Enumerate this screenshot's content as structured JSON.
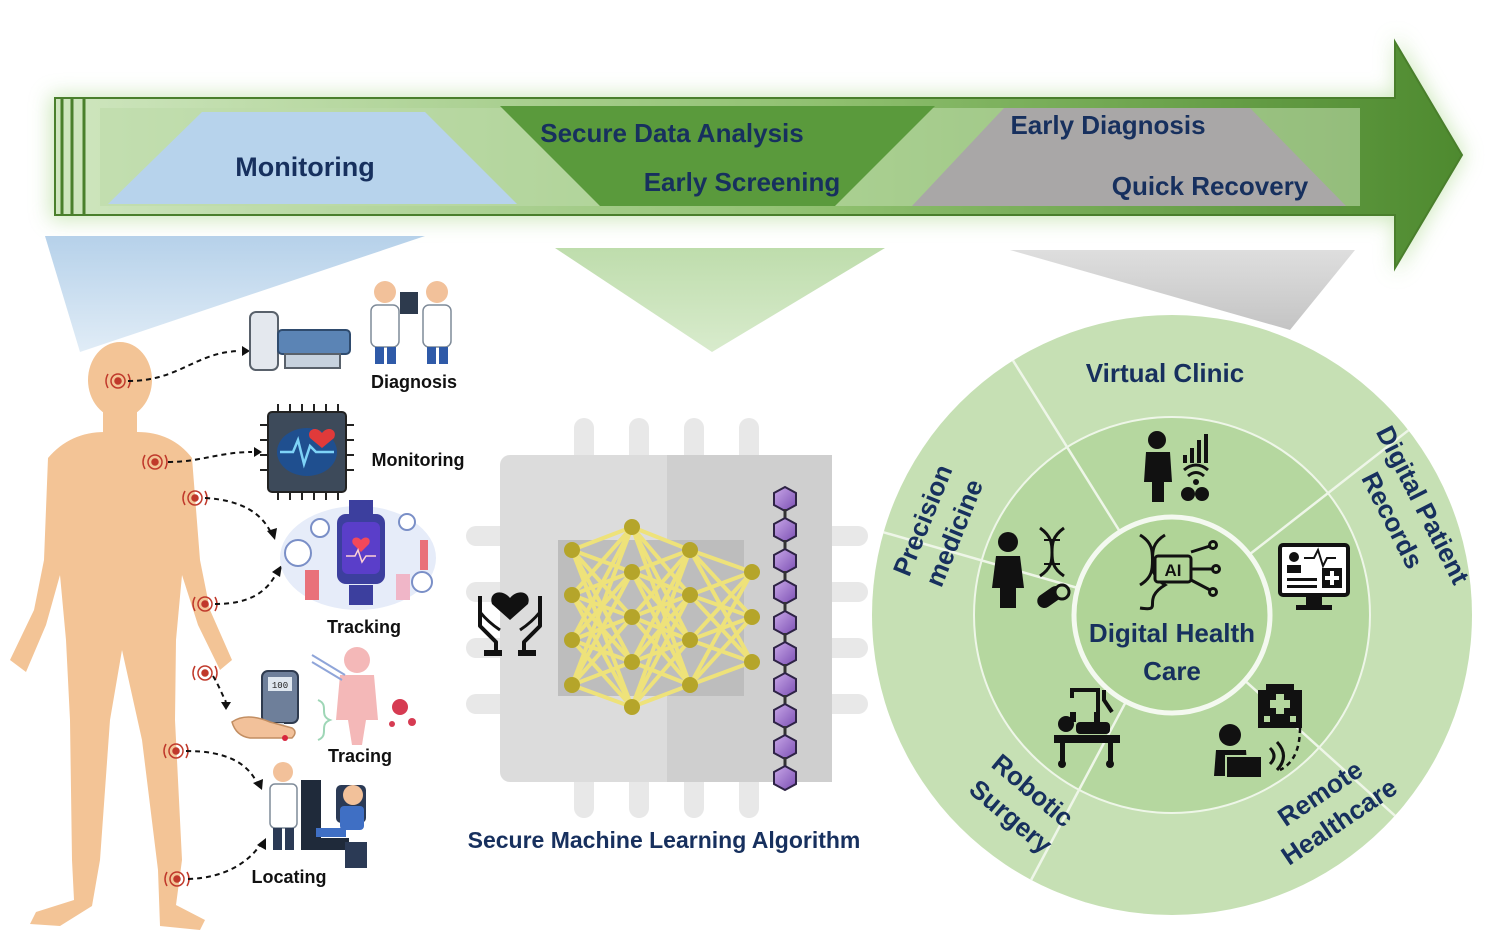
{
  "banner": {
    "stage_1": {
      "line_1": "Monitoring"
    },
    "stage_2": {
      "line_1": "Secure Data Analysis",
      "line_2": "Early Screening"
    },
    "stage_3": {
      "line_1": "Early Diagnosis",
      "line_2": "Quick Recovery"
    }
  },
  "body_applications": [
    "Diagnosis",
    "Monitoring",
    "Tracking",
    "Tracing",
    "Locating"
  ],
  "center": {
    "caption": "Secure Machine Learning Algorithm"
  },
  "wheel": {
    "center_line_1": "Digital Health",
    "center_line_2": "Care",
    "segment_virtual_clinic": "Virtual Clinic",
    "segment_records_line_1": "Digital Patient",
    "segment_records_line_2": "Records",
    "segment_remote_line_1": "Remote",
    "segment_remote_line_2": "Healthcare",
    "segment_robotic_line_1": "Robotic",
    "segment_robotic_line_2": "Surgery",
    "segment_precision_line_1": "Precision",
    "segment_precision_line_2": "medicine",
    "icon_ai_text": "AI",
    "icon_meter_text": "100"
  },
  "colors": {
    "banner_green": "#5f9a3e",
    "banner_light": "#b9d8a6",
    "stage_blue": "#b7d3ec",
    "stage_green": "#5a9a3c",
    "stage_gray": "#a9a7a7",
    "label_navy": "#17305e",
    "skin": "#f3c496",
    "wheel_outer": "#c6e0b4",
    "wheel_inner": "#b4d69d",
    "network_yellow": "#eee27a",
    "chip_gray": "#dcdcdc"
  }
}
